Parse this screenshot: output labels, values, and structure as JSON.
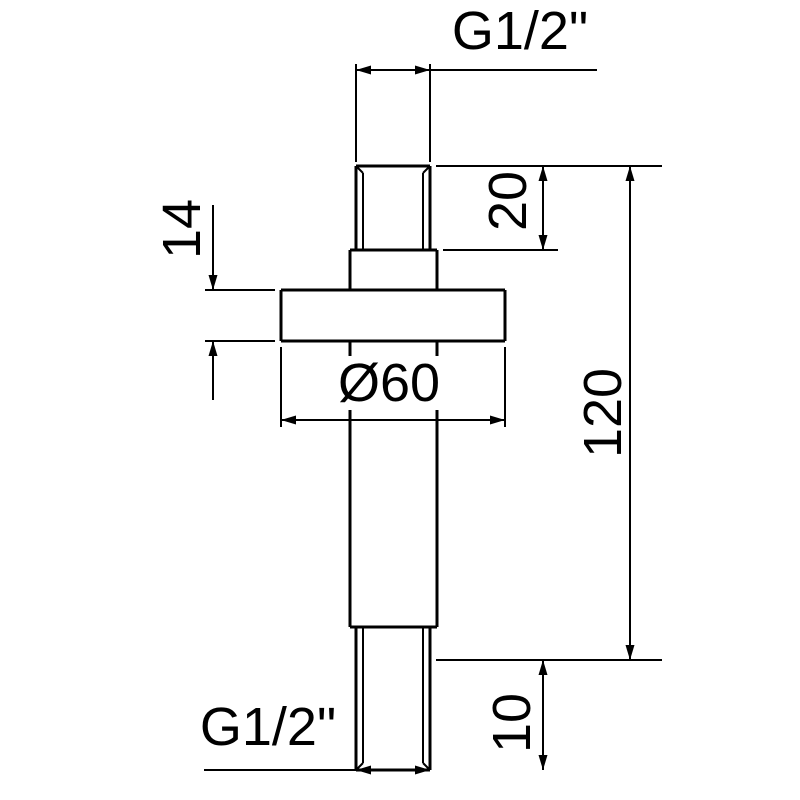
{
  "drawing": {
    "type": "technical-dimension-drawing",
    "background_color": "#ffffff",
    "line_color": "#000000",
    "labels": {
      "thread_top": "G1/2\"",
      "top_thread_length": "20",
      "flange_thickness": "14",
      "flange_diameter": "Ø60",
      "total_length": "120",
      "bottom_thread_length": "10",
      "thread_bottom": "G1/2\""
    }
  }
}
